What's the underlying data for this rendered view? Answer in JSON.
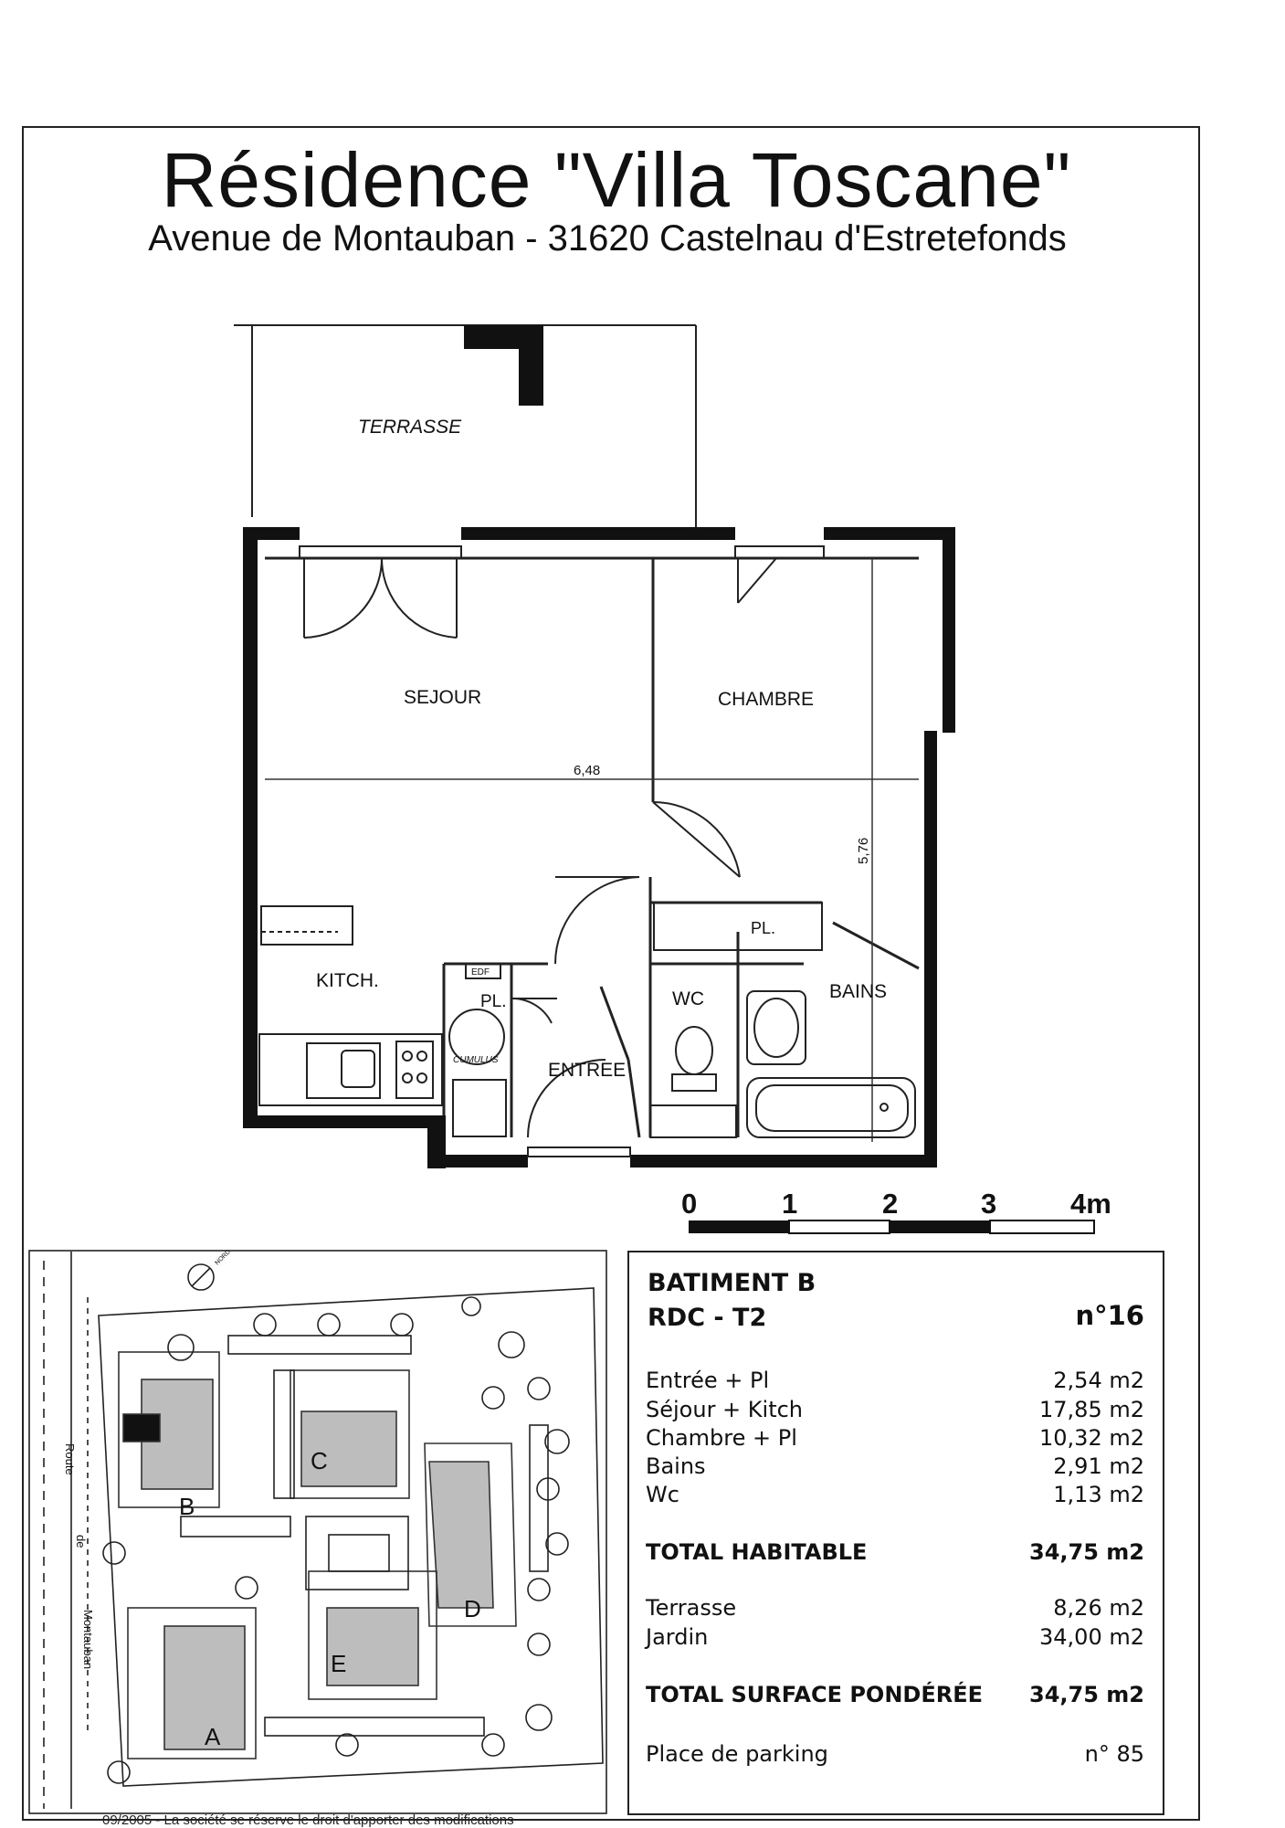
{
  "header": {
    "title": "Résidence \"Villa Toscane\"",
    "address": "Avenue de Montauban - 31620 Castelnau d'Estretefonds"
  },
  "plan": {
    "rooms": {
      "terrasse": "TERRASSE",
      "sejour": "SEJOUR",
      "chambre": "CHAMBRE",
      "kitch": "KITCH.",
      "pl_top": "PL.",
      "bains": "BAINS",
      "wc": "WC",
      "pl_left": "PL.",
      "entree": "ENTREE",
      "edf": "EDF",
      "cumulus": "CUMULUS"
    },
    "dimensions": {
      "width": "6,48",
      "height": "5,76"
    },
    "scale": {
      "labels": [
        "0",
        "1",
        "2",
        "3",
        "4m"
      ]
    }
  },
  "site_plan": {
    "road_words": [
      "Route",
      "de",
      "Montauban"
    ],
    "building_letters": [
      "B",
      "C",
      "D",
      "E",
      "A"
    ],
    "north_label": "NORD"
  },
  "info": {
    "batiment": "BATIMENT B",
    "type": "RDC - T2",
    "lot": "n°16",
    "surfaces": [
      {
        "label": "Entrée + Pl",
        "value": "2,54 m2"
      },
      {
        "label": "Séjour + Kitch",
        "value": "17,85 m2"
      },
      {
        "label": "Chambre + Pl",
        "value": "10,32 m2"
      },
      {
        "label": "Bains",
        "value": "2,91 m2"
      },
      {
        "label": "Wc",
        "value": "1,13 m2"
      }
    ],
    "total_habitable": {
      "label": "TOTAL HABITABLE",
      "value": "34,75 m2"
    },
    "exterior": [
      {
        "label": "Terrasse",
        "value": "8,26 m2"
      },
      {
        "label": "Jardin",
        "value": "34,00 m2"
      }
    ],
    "total_ponderee": {
      "label": "TOTAL SURFACE PONDÉRÉE",
      "value": "34,75 m2"
    },
    "parking": {
      "label": "Place de parking",
      "value": "n° 85"
    }
  },
  "footer": {
    "text": "09/2005 - La société se réserve le droit d'apporter des modifications"
  }
}
